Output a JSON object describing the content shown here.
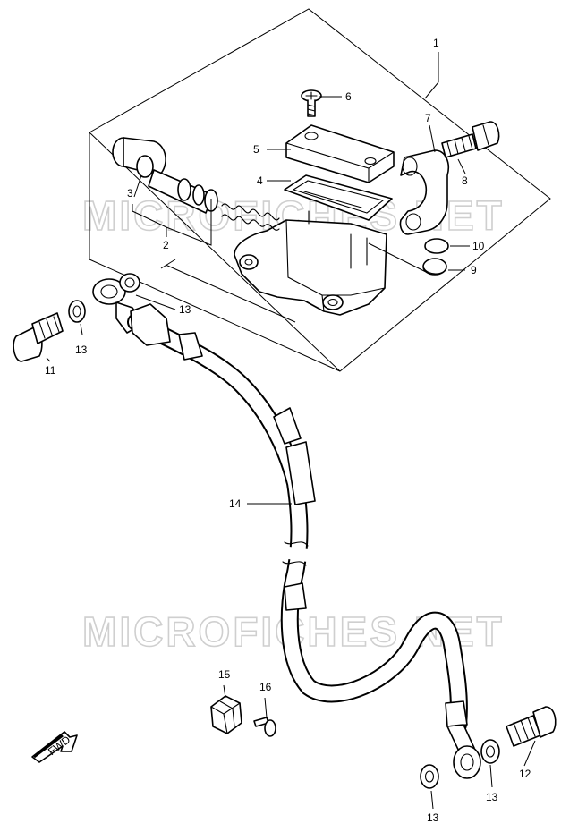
{
  "watermark": {
    "top": "MICROFICHES.NET",
    "bottom": "MICROFICHES.NET"
  },
  "fwd_icon": {
    "label": "FWD"
  },
  "callouts": {
    "c1": "1",
    "c2": "2",
    "c3": "3",
    "c4": "4",
    "c5": "5",
    "c6": "6",
    "c7": "7",
    "c8": "8",
    "c9": "9",
    "c10": "10",
    "c11": "11",
    "c12": "12",
    "c13a": "13",
    "c13b": "13",
    "c13c": "13",
    "c13d": "13",
    "c14": "14",
    "c15": "15",
    "c16": "16"
  }
}
